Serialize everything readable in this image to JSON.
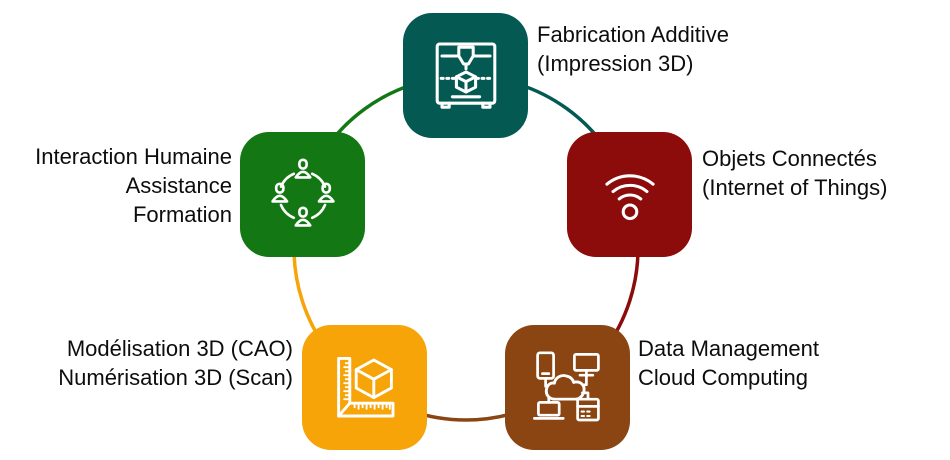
{
  "diagram": {
    "background": "#ffffff",
    "text_color": "#0d0d0d",
    "nodes": [
      {
        "id": "fabrication-additive",
        "position": "top",
        "color": "#045A52",
        "icon": "3d-printer-icon",
        "label_lines": [
          "Fabrication Additive",
          "(Impression 3D)"
        ]
      },
      {
        "id": "objets-connectes",
        "position": "right",
        "color": "#8C0B0B",
        "icon": "wifi-icon",
        "label_lines": [
          "Objets Connectés",
          "(Internet of Things)"
        ]
      },
      {
        "id": "data-management",
        "position": "bottom-right",
        "color": "#8A4513",
        "icon": "cloud-network-icon",
        "label_lines": [
          "Data Management",
          "Cloud Computing"
        ]
      },
      {
        "id": "modelisation-3d",
        "position": "bottom-left",
        "color": "#F6A408",
        "icon": "ruler-cube-icon",
        "label_lines": [
          "Modélisation 3D (CAO)",
          "Numérisation 3D (Scan)"
        ]
      },
      {
        "id": "interaction-humaine",
        "position": "left",
        "color": "#137813",
        "icon": "people-circle-icon",
        "label_lines": [
          "Interaction Humaine",
          "Assistance",
          "Formation"
        ]
      }
    ]
  }
}
